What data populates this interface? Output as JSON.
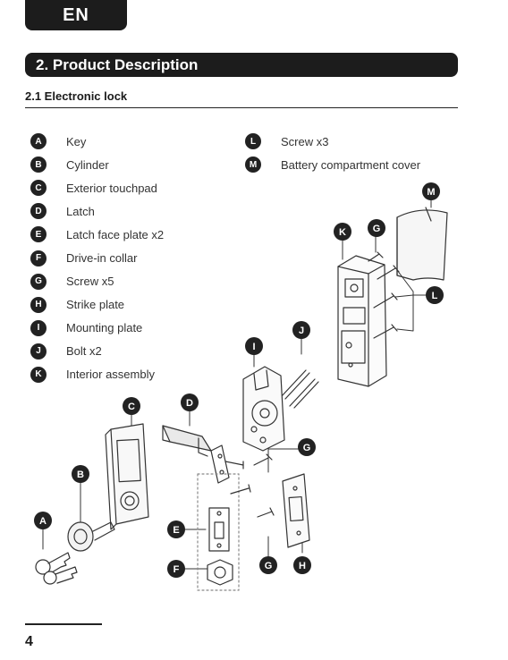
{
  "header": {
    "language": "EN"
  },
  "section": {
    "title": "2. Product Description"
  },
  "subsection": {
    "title": "2.1 Electronic lock"
  },
  "parts_left": [
    {
      "letter": "A",
      "label": "Key"
    },
    {
      "letter": "B",
      "label": "Cylinder"
    },
    {
      "letter": "C",
      "label": "Exterior touchpad"
    },
    {
      "letter": "D",
      "label": "Latch"
    },
    {
      "letter": "E",
      "label": "Latch face plate x2"
    },
    {
      "letter": "F",
      "label": "Drive-in collar"
    },
    {
      "letter": "G",
      "label": "Screw x5"
    },
    {
      "letter": "H",
      "label": "Strike plate"
    },
    {
      "letter": "I",
      "label": "Mounting plate"
    },
    {
      "letter": "J",
      "label": "Bolt x2"
    },
    {
      "letter": "K",
      "label": "Interior assembly"
    }
  ],
  "parts_right": [
    {
      "letter": "L",
      "label": "Screw x3"
    },
    {
      "letter": "M",
      "label": "Battery compartment cover"
    }
  ],
  "diagram_callouts": {
    "a": "A",
    "b": "B",
    "c": "C",
    "d": "D",
    "e": "E",
    "f": "F",
    "g1": "G",
    "g2": "G",
    "g3": "G",
    "h": "H",
    "i": "I",
    "j": "J",
    "k": "K",
    "l": "L",
    "m": "M"
  },
  "footer": {
    "page_number": "4"
  }
}
